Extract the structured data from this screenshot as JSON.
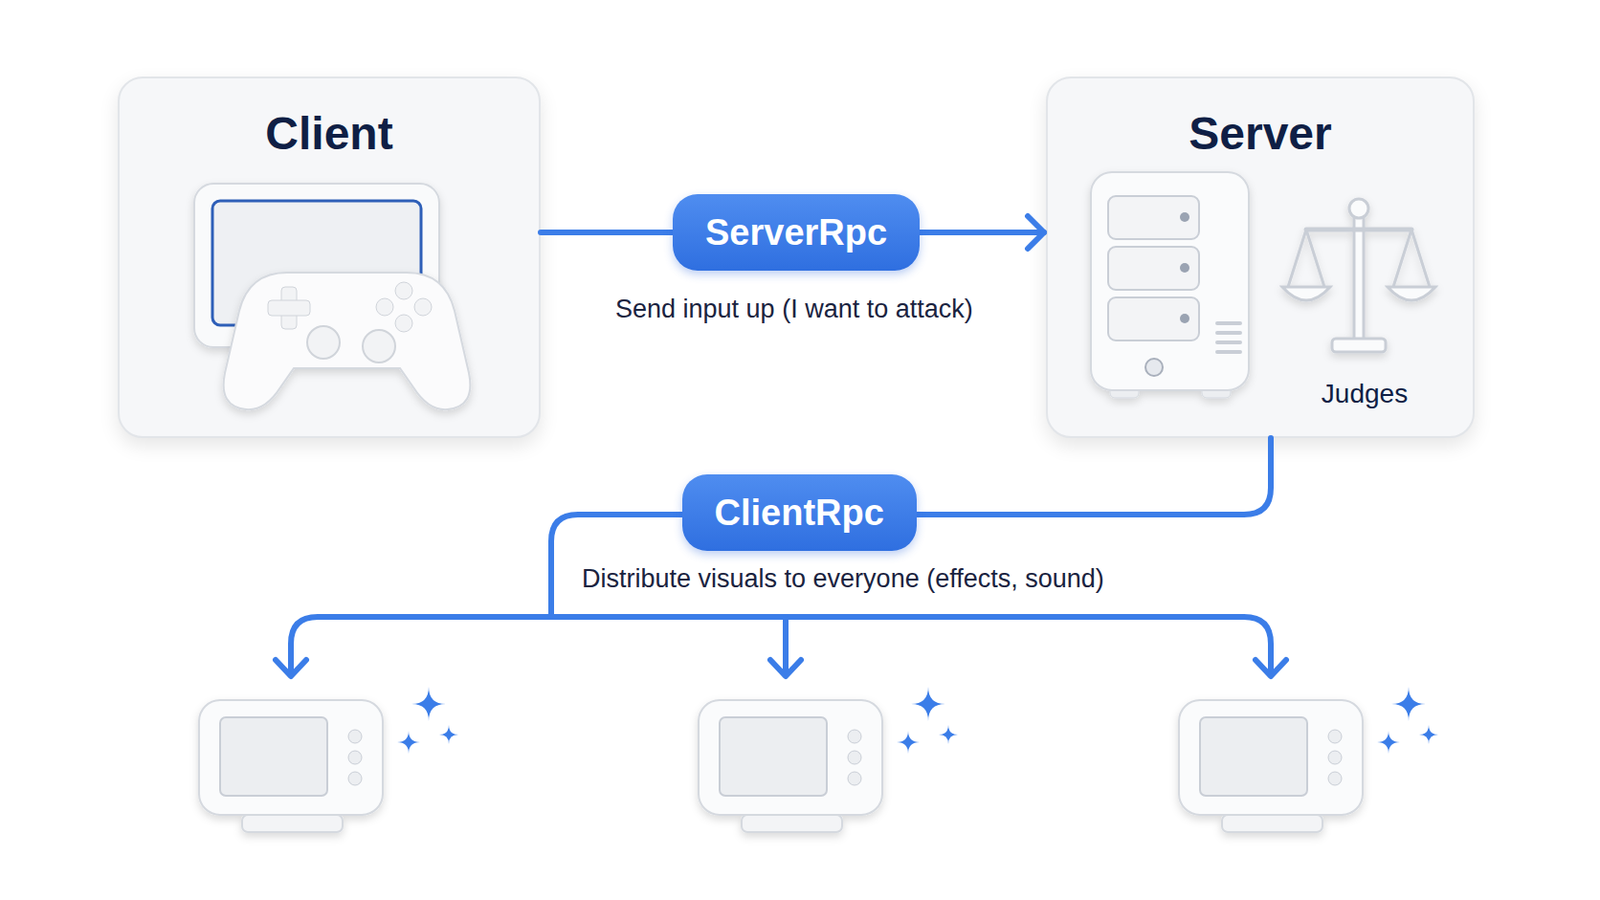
{
  "diagram": {
    "nodes": [
      {
        "text": [
          "Client"
        ]
      },
      {
        "text": [
          "Server",
          "Judges"
        ]
      }
    ],
    "edges": [
      {
        "from": 0,
        "to": 1,
        "arrow": "to",
        "label": "ServerRpc"
      }
    ],
    "labels": [
      "Send input up (I want to attack)",
      "ClientRpc",
      "Distribute visuals to everyone (effects, sound)"
    ]
  }
}
